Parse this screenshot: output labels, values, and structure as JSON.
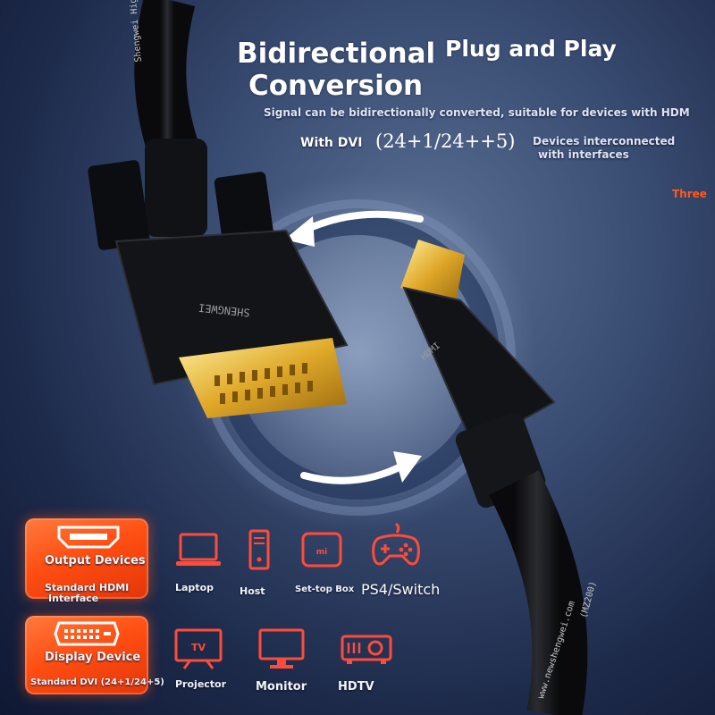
{
  "headline": {
    "title_line1": "Bidirectional",
    "title_line2": "Conversion",
    "plug_and_play": "Plug and Play",
    "signal_text": "Signal can be bidirectionally converted, suitable for devices with HDM",
    "dvi_prefix": "With DVI",
    "dvi_spec": "(24+1/24++5)",
    "devices_line1": "Devices interconnected",
    "devices_line2": "with interfaces",
    "three": "Three"
  },
  "cable": {
    "dvi_brand": "SHENGWEI",
    "hdmi_mark": "HDMI",
    "top_print": "Shengwei High Spee",
    "bottom_print": "www.newshengwei.com",
    "model": "(MZ200)"
  },
  "output_section": {
    "card_title": "Output Devices",
    "card_subtitle_line1": "Standard HDMI",
    "card_subtitle_line2": "Interface",
    "devices": [
      {
        "label": "Laptop",
        "icon": "laptop-icon"
      },
      {
        "label": "Host",
        "icon": "pc-tower-icon"
      },
      {
        "label": "Set-top Box",
        "icon": "set-top-box-icon"
      },
      {
        "label": "PS4/Switch",
        "icon": "gamepad-icon"
      }
    ]
  },
  "display_section": {
    "card_title": "Display Device",
    "card_subtitle": "Standard DVI (24+1/24+5)",
    "devices": [
      {
        "label": "Projector",
        "icon": "tv-icon"
      },
      {
        "label": "Monitor",
        "icon": "monitor-icon"
      },
      {
        "label": "HDTV",
        "icon": "projector-icon"
      }
    ]
  },
  "colors": {
    "accent_orange": "#ff5316",
    "icon_red": "#ff4b3a",
    "gold": "#d9a62a",
    "background": "#2f4169"
  }
}
